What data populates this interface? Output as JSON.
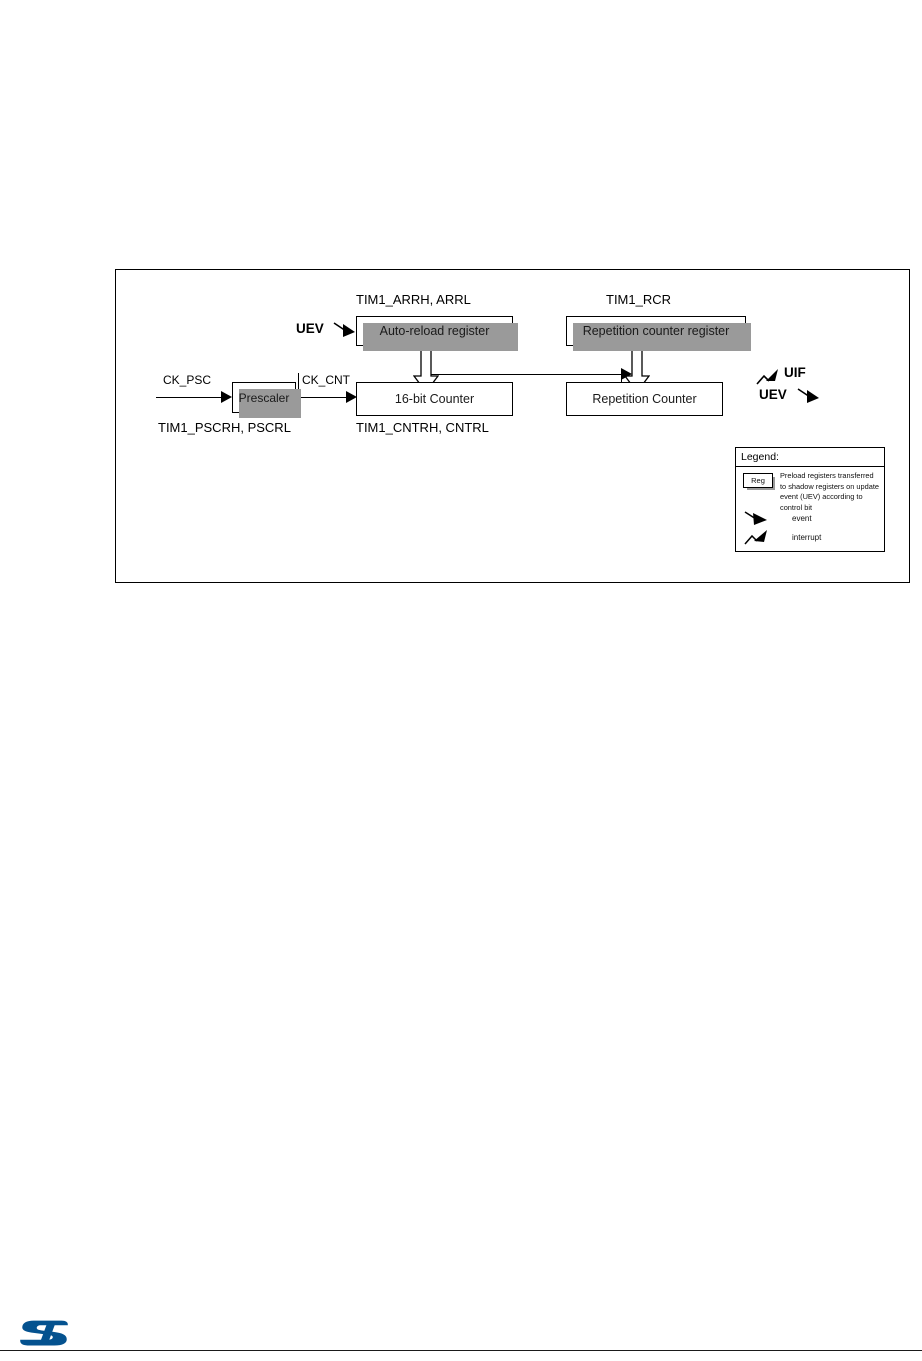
{
  "figure": {
    "registers": [
      {
        "id": "auto-reload-register",
        "box_label": "Auto-reload register",
        "top_label": "TIM1_ARRH, ARRL"
      },
      {
        "id": "repetition-counter-register",
        "box_label": "Repetition counter register",
        "top_label": "TIM1_RCR"
      }
    ],
    "blocks": [
      {
        "id": "prescaler",
        "box_label": "Prescaler",
        "bottom_label": "TIM1_PSCRH, PSCRL"
      },
      {
        "id": "counter-16bit",
        "box_label": "16-bit Counter",
        "bottom_label": "TIM1_CNTRH, CNTRL"
      },
      {
        "id": "repetition-counter",
        "box_label": "Repetition Counter",
        "bottom_label": ""
      }
    ],
    "signals": {
      "ck_psc": "CK_PSC",
      "ck_cnt": "CK_CNT",
      "uev_in": "UEV",
      "uif_out": "UIF",
      "uev_out": "UEV"
    }
  },
  "legend": {
    "title": "Legend:",
    "reg_chip_label": "Reg",
    "reg_description": "Preload registers transferred to shadow registers on update event (UEV) according to control bit",
    "event_label": "event",
    "interrupt_label": "interrupt"
  },
  "branding": {
    "logo_name": "st-logo",
    "logo_color": "#04528f"
  }
}
